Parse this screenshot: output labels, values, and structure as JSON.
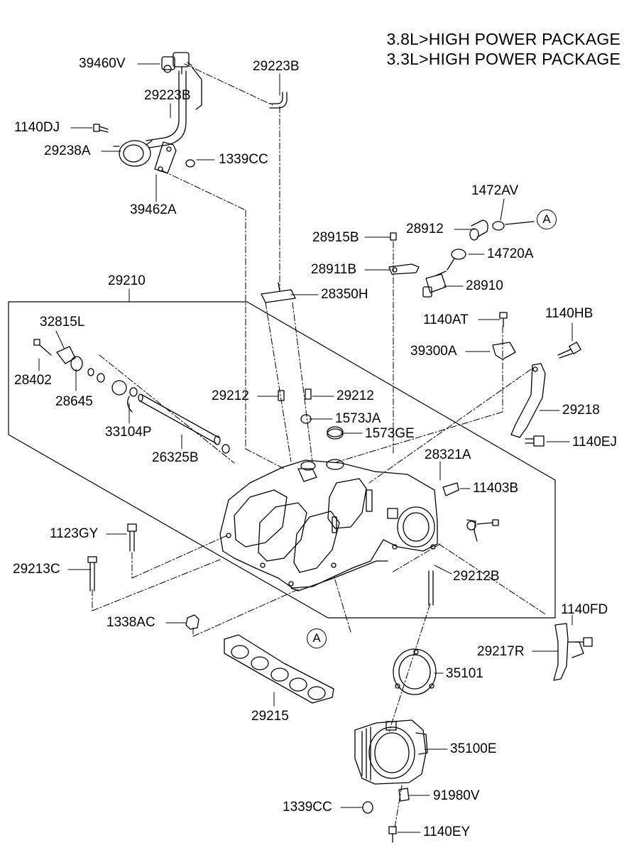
{
  "header": {
    "line1": "3.8L>HIGH POWER PACKAGE",
    "line2": "3.3L>HIGH POWER PACKAGE"
  },
  "ref_marker": "A",
  "parts": {
    "p39460V": "39460V",
    "p29223B_top": "29223B",
    "p29223B_mid": "29223B",
    "p1140DJ": "1140DJ",
    "p29238A": "29238A",
    "p1339CC_top": "1339CC",
    "p39462A": "39462A",
    "p1472AV": "1472AV",
    "p28912": "28912",
    "p28915B": "28915B",
    "p14720A": "14720A",
    "p28911B": "28911B",
    "p28910": "28910",
    "p29210": "29210",
    "p28350H": "28350H",
    "p1140AT": "1140AT",
    "p1140HB": "1140HB",
    "p32815L": "32815L",
    "p39300A": "39300A",
    "p28402": "28402",
    "p28645": "28645",
    "p29212_left": "29212",
    "p29212_right": "29212",
    "p29218": "29218",
    "p1573JA": "1573JA",
    "p33104P": "33104P",
    "p1573GE": "1573GE",
    "p1140EJ": "1140EJ",
    "p26325B": "26325B",
    "p28321A": "28321A",
    "p11403B": "11403B",
    "p1123GY": "1123GY",
    "p29213C": "29213C",
    "p29212B": "29212B",
    "p1140FD": "1140FD",
    "p1338AC": "1338AC",
    "p29217R": "29217R",
    "p35101": "35101",
    "p29215": "29215",
    "p35100E": "35100E",
    "p91980V": "91980V",
    "p1339CC_bottom": "1339CC",
    "p1140EY": "1140EY"
  }
}
